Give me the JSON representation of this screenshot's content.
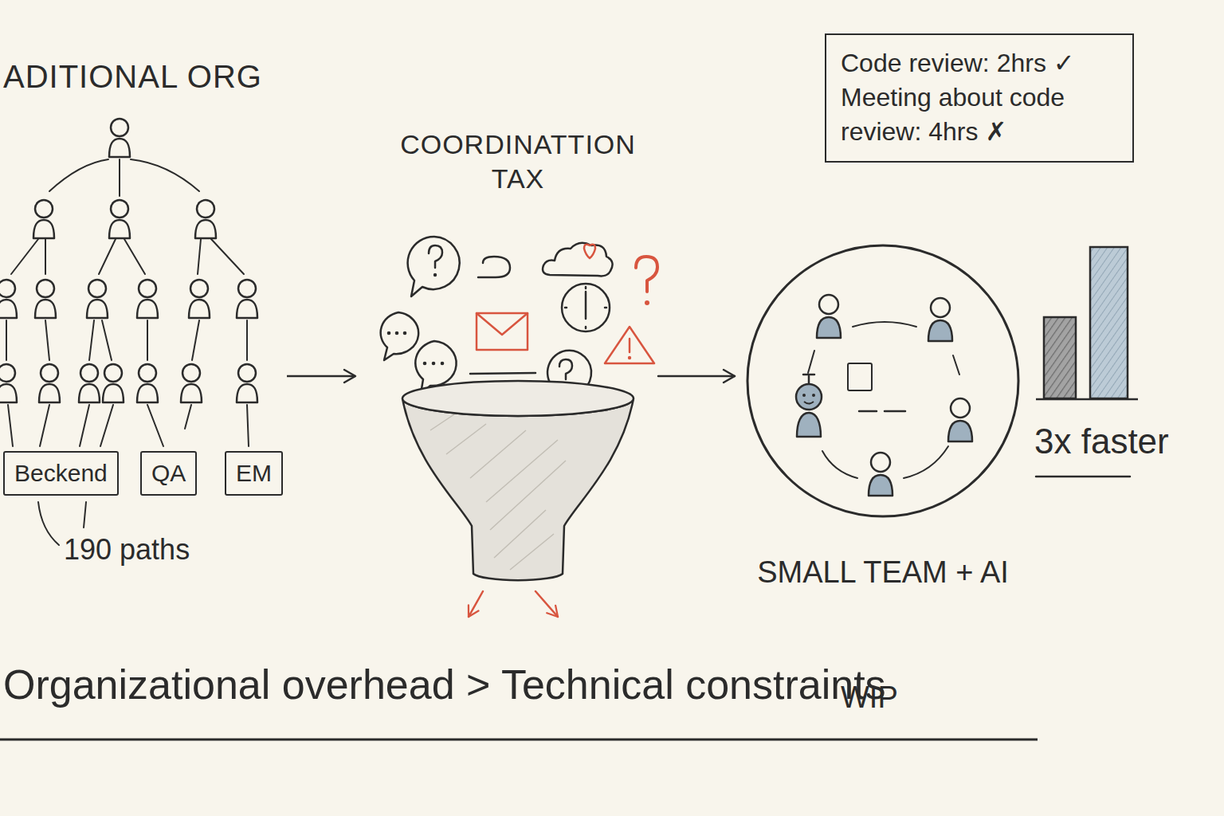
{
  "diagram": {
    "caption": "Organizational overhead > Technical constraints",
    "nodes": [
      {
        "text": [
          "Beckend"
        ]
      },
      {
        "text": [
          "QA"
        ]
      },
      {
        "text": [
          "EM"
        ]
      },
      {
        "text": [
          "COORDINATTION TAX"
        ]
      },
      {
        "text": [
          "SMALL TEAM + AI"
        ]
      },
      {
        "text": [
          "WIP"
        ],
        "in": 4
      },
      {
        "text": [
          "Code review: 2hrs ✓",
          "Meeting about code review: 4hrs ✗"
        ]
      }
    ],
    "edges": [
      {
        "from": 3,
        "to": 4,
        "arrow": "to"
      }
    ],
    "labels": [
      "ADITIONAL ORG",
      "190 paths",
      "3x faster"
    ]
  }
}
